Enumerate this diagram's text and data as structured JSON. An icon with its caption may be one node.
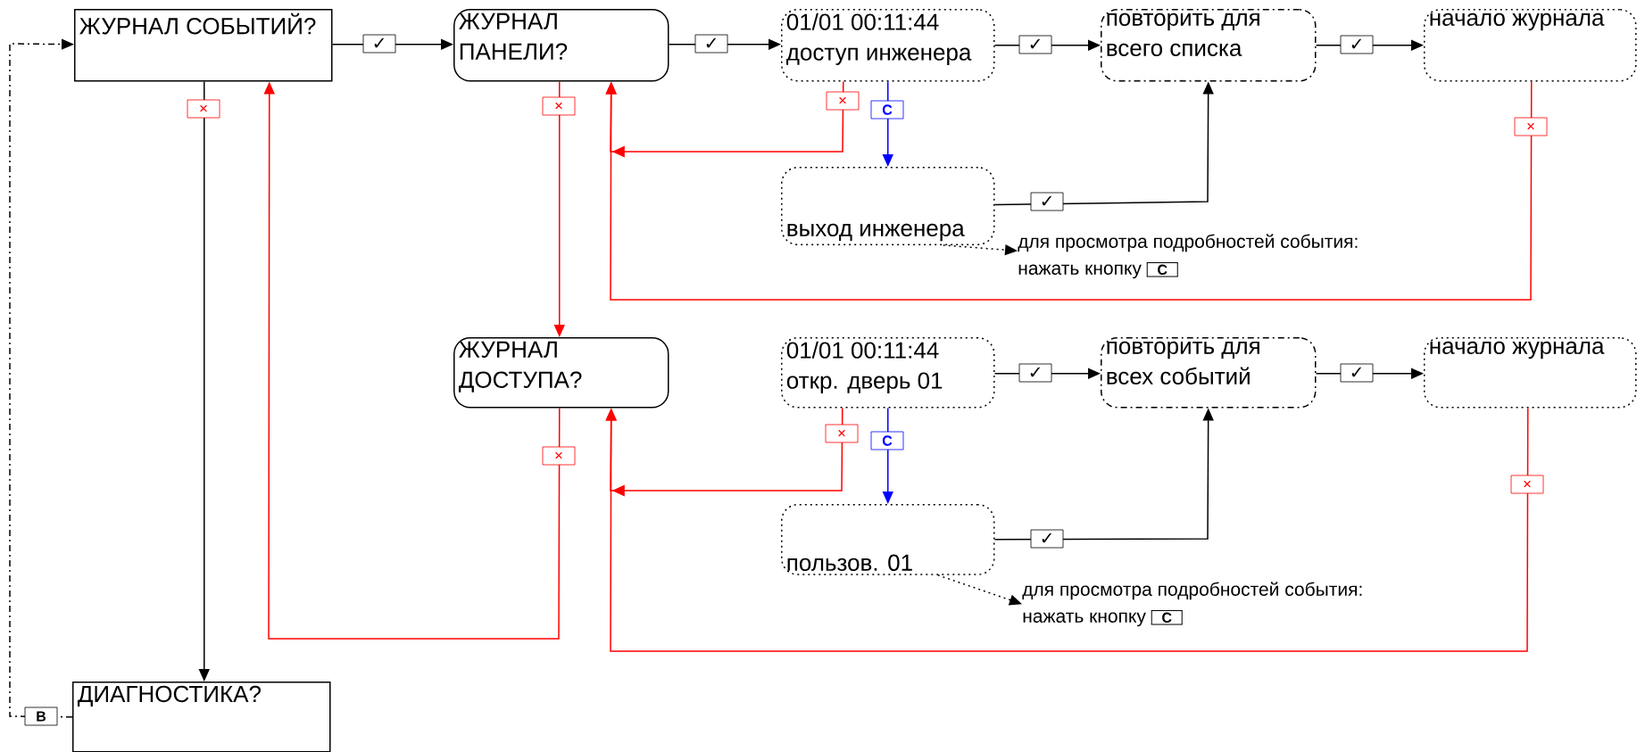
{
  "diagram": {
    "nodes": [
      {
        "text": [
          "ЖУРНАЛ СОБЫТИЙ?"
        ]
      },
      {
        "text": [
          "ЖУРНАЛ ПАНЕЛИ?"
        ]
      },
      {
        "text": [
          "01/01 00:11:44",
          "доступ инженера"
        ]
      },
      {
        "text": [
          "повторить для всего списка"
        ]
      },
      {
        "text": [
          "начало журнала"
        ]
      },
      {
        "text": [
          "выход инженера"
        ]
      },
      {
        "text": [
          "для просмотра подробностей события: нажать кнопку",
          "C"
        ]
      },
      {
        "text": [
          "ЖУРНАЛ ДОСТУПА?"
        ]
      },
      {
        "text": [
          "01/01 00:11:44",
          "откр. дверь 01"
        ]
      },
      {
        "text": [
          "повторить для всех событий"
        ]
      },
      {
        "text": [
          "начало журнала"
        ]
      },
      {
        "text": [
          "пользов. 01"
        ]
      },
      {
        "text": [
          "для просмотра подробностей события: нажать кнопку",
          "C"
        ]
      },
      {
        "text": [
          "ДИАГНОСТИКА?"
        ]
      }
    ],
    "edges": [
      {
        "from": 0,
        "to": 1,
        "arrow": "to",
        "label": "✓"
      },
      {
        "from": 1,
        "to": 2,
        "arrow": "to",
        "label": "✓"
      },
      {
        "from": 2,
        "to": 3,
        "arrow": "to",
        "label": "✓"
      },
      {
        "from": 3,
        "to": 4,
        "arrow": "to",
        "label": "✓"
      },
      {
        "from": 0,
        "to": 13,
        "arrow": "to",
        "label": "✕"
      },
      {
        "from": 1,
        "to": 7,
        "arrow": "to",
        "label": "✕",
        "color": "#ff0000"
      },
      {
        "from": 2,
        "to": 1,
        "arrow": "to",
        "label": "✕",
        "color": "#ff0000"
      },
      {
        "from": 2,
        "to": 5,
        "arrow": "to",
        "label": "C",
        "color": "#0000ff"
      },
      {
        "from": 4,
        "to": 1,
        "arrow": "to",
        "label": "✕",
        "color": "#ff0000"
      },
      {
        "from": 5,
        "to": 3,
        "arrow": "to",
        "label": "✓"
      },
      {
        "from": 5,
        "to": 6,
        "arrow": "to",
        "style": "dashed"
      },
      {
        "from": 7,
        "to": 0,
        "arrow": "to",
        "label": "✕",
        "color": "#ff0000"
      },
      {
        "from": 8,
        "to": 7,
        "arrow": "to",
        "label": "✕",
        "color": "#ff0000"
      },
      {
        "from": 10,
        "to": 7,
        "arrow": "to",
        "label": "✕",
        "color": "#ff0000"
      },
      {
        "from": 8,
        "to": 11,
        "arrow": "to",
        "label": "C",
        "color": "#0000ff"
      },
      {
        "from": 11,
        "to": 9,
        "arrow": "to",
        "label": "✓"
      },
      {
        "from": 11,
        "to": 12,
        "arrow": "to",
        "style": "dashed"
      },
      {
        "from": 8,
        "to": 9,
        "arrow": "to",
        "label": "✓"
      },
      {
        "from": 9,
        "to": 10,
        "arrow": "to",
        "label": "✓"
      },
      {
        "from": 13,
        "to": 0,
        "arrow": "to",
        "label": "B",
        "style": "dashed"
      }
    ]
  }
}
